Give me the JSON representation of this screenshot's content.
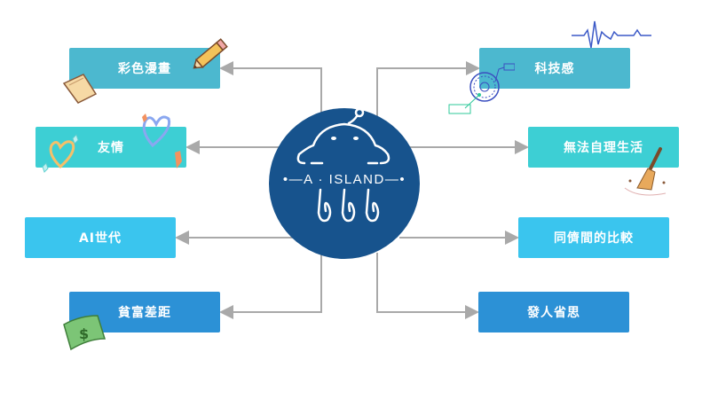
{
  "diagram": {
    "type": "mind-map",
    "center": {
      "label": "A · ISLAND",
      "decorated_label": "•—A · ISLAND—•",
      "icon": "jellyfish-robot-icon",
      "color": "#17538d"
    },
    "left_nodes": [
      {
        "id": "manga",
        "label": "彩色漫畫",
        "color": "#4cb8cf",
        "decorations": [
          "pencil-icon",
          "paper-note-icon"
        ]
      },
      {
        "id": "friendship",
        "label": "友情",
        "color": "#3dcfd4",
        "decorations": [
          "heart-icon",
          "sparkle-icon"
        ]
      },
      {
        "id": "ai-generation",
        "label": "AI世代",
        "color": "#3ac5ee",
        "decorations": []
      },
      {
        "id": "wealth-gap",
        "label": "貧富差距",
        "color": "#2c91d6",
        "decorations": [
          "money-bill-icon"
        ]
      }
    ],
    "right_nodes": [
      {
        "id": "tech",
        "label": "科技感",
        "color": "#4cb8cf",
        "decorations": [
          "waveform-icon",
          "tech-dial-icon"
        ]
      },
      {
        "id": "self-care",
        "label": "無法自理生活",
        "color": "#3dcfd4",
        "decorations": [
          "broom-icon"
        ]
      },
      {
        "id": "peer-comparison",
        "label": "同儕間的比較",
        "color": "#3ac5ee",
        "decorations": []
      },
      {
        "id": "reflection",
        "label": "發人省思",
        "color": "#2c91d6",
        "decorations": []
      }
    ],
    "connector_color": "#a9a9a9",
    "money_symbol": "$"
  }
}
